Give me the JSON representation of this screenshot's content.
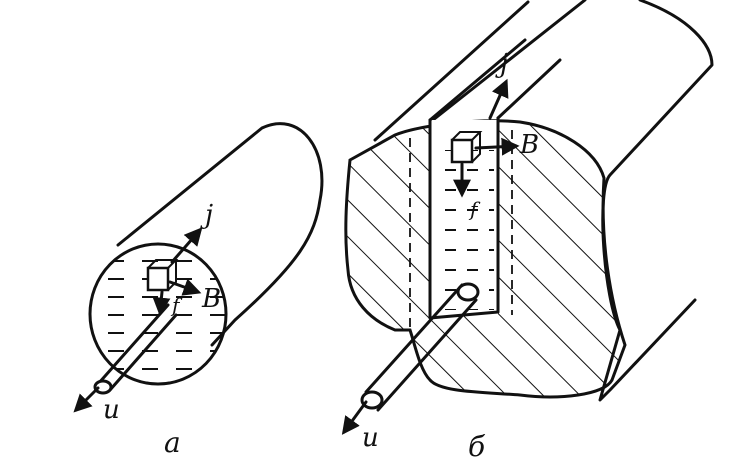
{
  "figure_a": {
    "label_j": "j",
    "label_B": "B",
    "label_f": "f",
    "label_u": "u",
    "caption": "а"
  },
  "figure_b": {
    "label_j": "j",
    "label_B": "B",
    "label_f": "f",
    "label_u": "u",
    "caption": "б"
  },
  "colors": {
    "ink": "#111111",
    "background": "#ffffff"
  }
}
